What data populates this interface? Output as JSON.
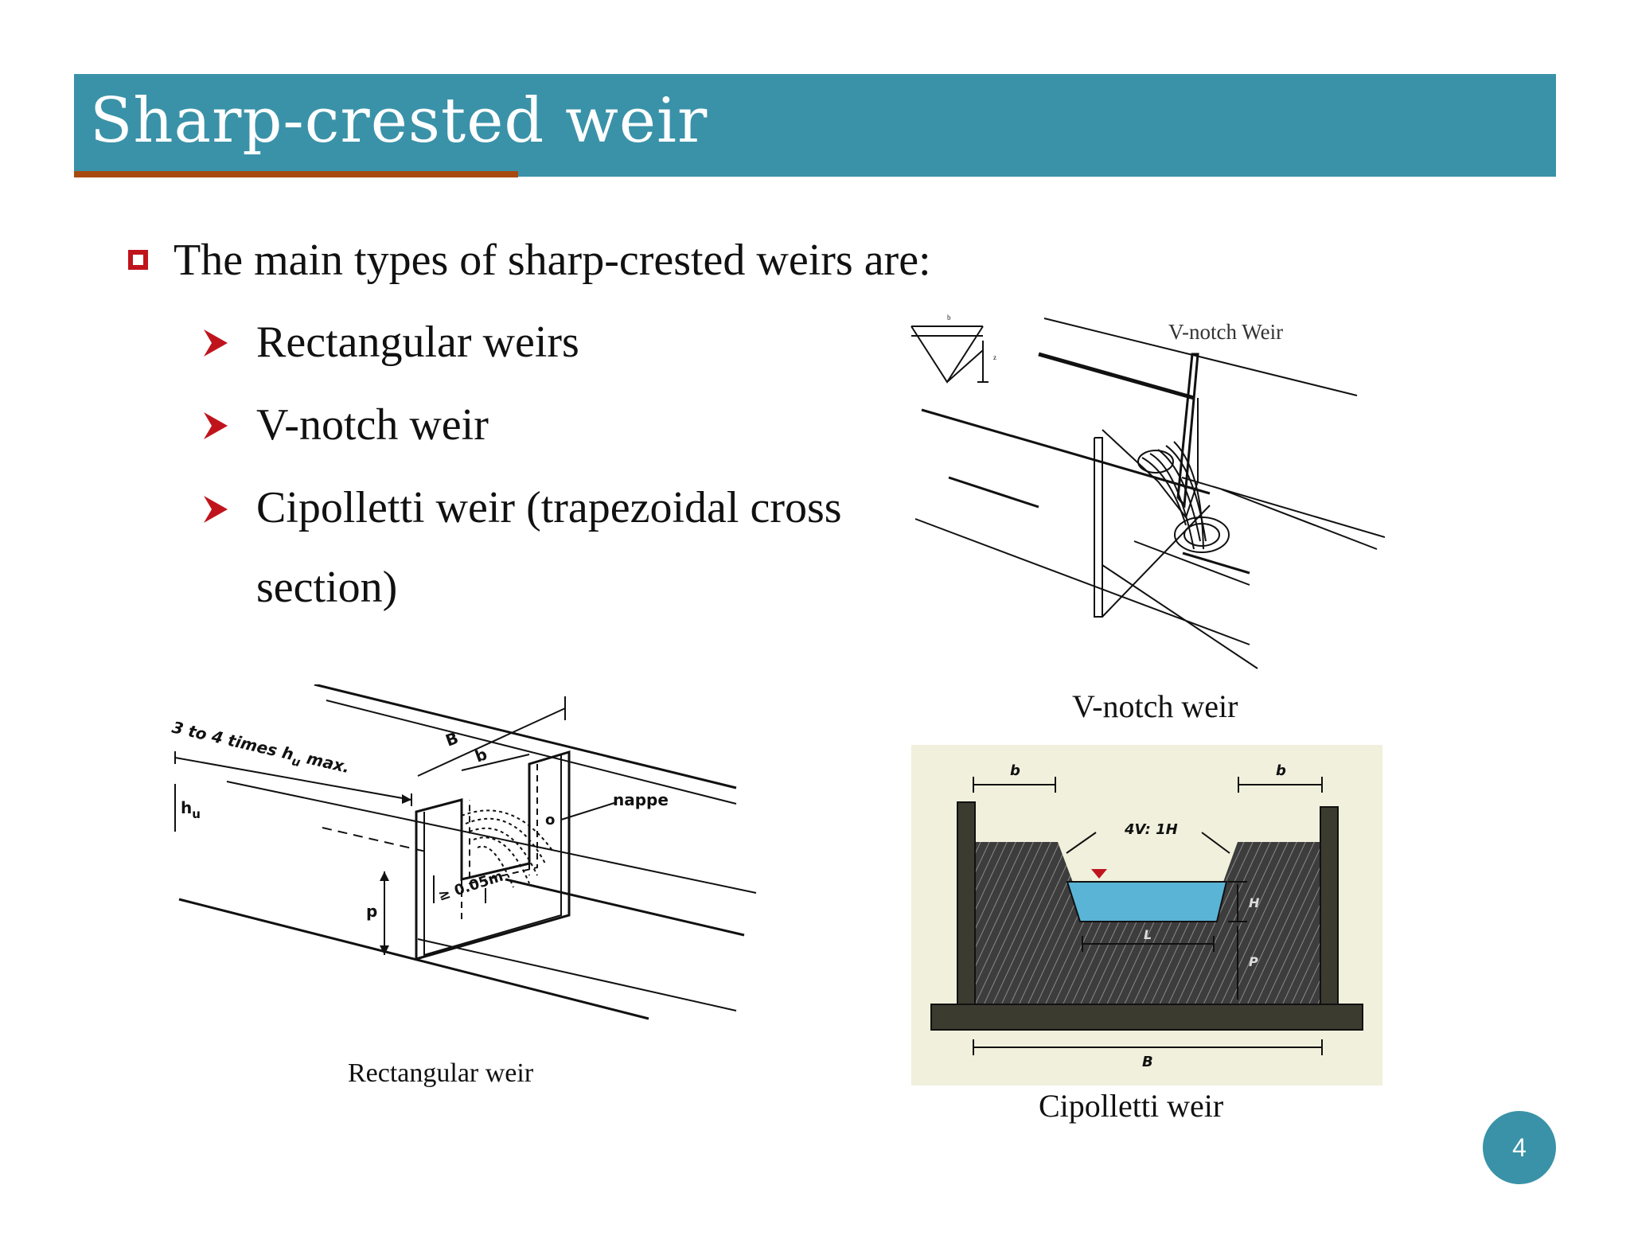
{
  "slide": {
    "title": "Sharp-crested weir",
    "page_number": "4",
    "accent_color": "#3a92a8",
    "underline_color": "#a84a10",
    "bullet_color": "#c0141d"
  },
  "content": {
    "main_bullet": "The main types of sharp-crested weirs are:",
    "sub_bullets": [
      "Rectangular weirs",
      "V-notch weir",
      "Cipolletti weir (trapezoidal cross",
      "section)"
    ]
  },
  "figures": {
    "vnotch": {
      "label": "V-notch Weir",
      "dim_b": "b",
      "dim_z": "z",
      "caption": "V-notch weir"
    },
    "rectangular": {
      "label_length": "3 to 4 times h",
      "label_length_sub": "u",
      "label_length_end": " max.",
      "dim_B": "B",
      "dim_b": "b",
      "dim_hu": "h",
      "dim_hu_sub": "u",
      "dim_p": "p",
      "dim_005": "≥ 0.05m",
      "label_nappe": "nappe",
      "label_o": "o",
      "caption": "Rectangular weir"
    },
    "cipolletti": {
      "dim_b_left": "b",
      "dim_b_right": "b",
      "slope": "4V: 1H",
      "dim_H": "H",
      "dim_L": "L",
      "dim_P": "P",
      "dim_B": "B",
      "caption": "Cipolletti weir",
      "water_color": "#5ab4d6",
      "background_color": "#f0f0dc"
    }
  }
}
